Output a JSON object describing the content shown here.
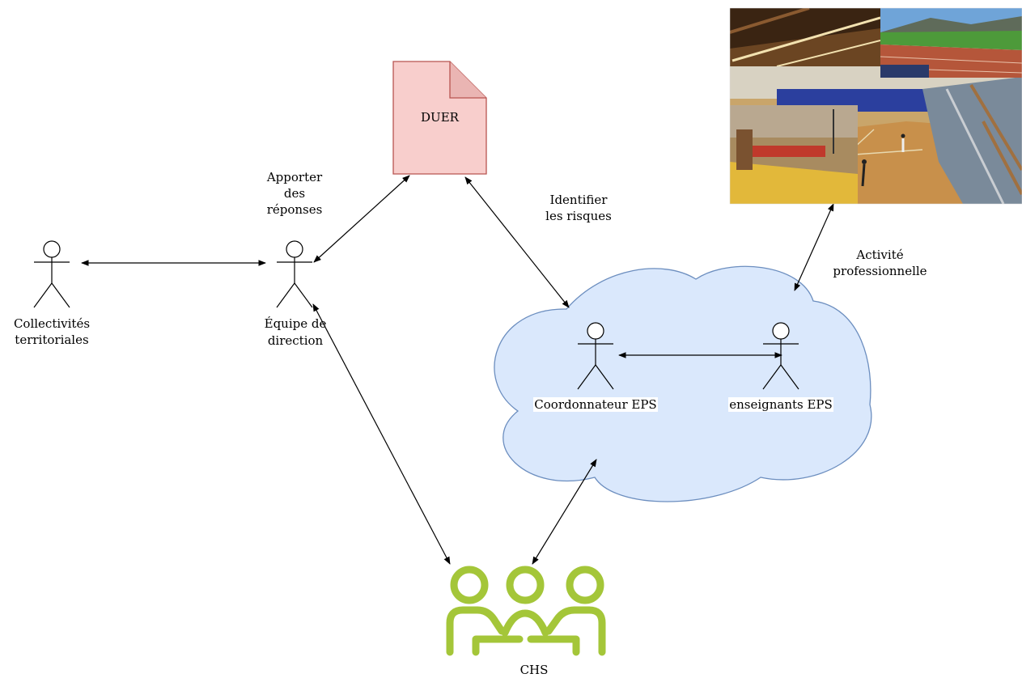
{
  "nodes": {
    "collectivites": {
      "label": "Collectivités territoriales"
    },
    "equipe": {
      "label": "Équipe de direction"
    },
    "duer": {
      "label": "DUER",
      "color_fill": "#f8cecc",
      "color_stroke": "#b85450"
    },
    "coordonnateur": {
      "label": "Coordonnateur EPS"
    },
    "enseignants": {
      "label": "enseignants EPS"
    },
    "chs": {
      "label": "CHS",
      "icon": "meeting-people-icon",
      "color": "#a4c639"
    },
    "cloud": {
      "color_fill": "#dae8fc",
      "color_stroke": "#6c8ebf"
    },
    "photo": {
      "icon": "sports-facilities-photo-collage"
    }
  },
  "edges": {
    "apporter": {
      "label": "Apporter des réponses"
    },
    "identifier": {
      "label": "Identifier les risques"
    },
    "activite": {
      "label": "Activité professionnelle"
    }
  }
}
